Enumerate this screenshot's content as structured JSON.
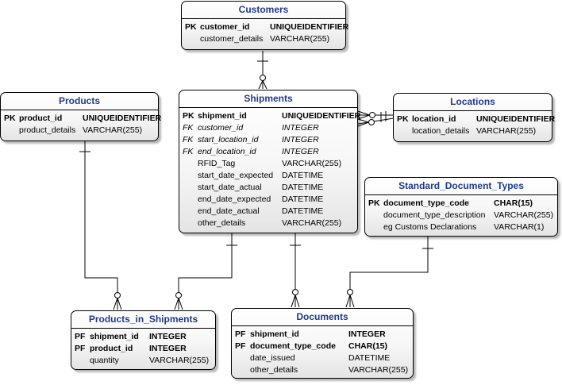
{
  "entities": {
    "customers": {
      "title": "Customers",
      "attrs": [
        {
          "key": "PK",
          "name": "customer_id",
          "type": "UNIQUEIDENTIFIER"
        },
        {
          "key": "",
          "name": "customer_details",
          "type": "VARCHAR(255)"
        }
      ]
    },
    "products": {
      "title": "Products",
      "attrs": [
        {
          "key": "PK",
          "name": "product_id",
          "type": "UNIQUEIDENTIFIER"
        },
        {
          "key": "",
          "name": "product_details",
          "type": "VARCHAR(255)"
        }
      ]
    },
    "shipments": {
      "title": "Shipments",
      "attrs": [
        {
          "key": "PK",
          "name": "shipment_id",
          "type": "UNIQUEIDENTIFIER"
        },
        {
          "key": "FK",
          "name": "customer_id",
          "type": "INTEGER"
        },
        {
          "key": "FK",
          "name": "start_location_id",
          "type": "INTEGER"
        },
        {
          "key": "FK",
          "name": "end_location_id",
          "type": "INTEGER"
        },
        {
          "key": "",
          "name": "RFID_Tag",
          "type": "VARCHAR(255)"
        },
        {
          "key": "",
          "name": "start_date_expected",
          "type": "DATETIME"
        },
        {
          "key": "",
          "name": "start_date_actual",
          "type": "DATETIME"
        },
        {
          "key": "",
          "name": "end_date_expected",
          "type": "DATETIME"
        },
        {
          "key": "",
          "name": "end_date_actual",
          "type": "DATETIME"
        },
        {
          "key": "",
          "name": "other_details",
          "type": "VARCHAR(255)"
        }
      ]
    },
    "locations": {
      "title": "Locations",
      "attrs": [
        {
          "key": "PK",
          "name": "location_id",
          "type": "UNIQUEIDENTIFIER"
        },
        {
          "key": "",
          "name": "location_details",
          "type": "VARCHAR(255)"
        }
      ]
    },
    "standard_document_types": {
      "title": "Standard_Document_Types",
      "attrs": [
        {
          "key": "PK",
          "name": "document_type_code",
          "type": "CHAR(15)"
        },
        {
          "key": "",
          "name": "document_type_description",
          "type": "VARCHAR(255)"
        },
        {
          "key": "",
          "name": "eg Customs Declarations",
          "type": "VARCHAR(1)"
        }
      ]
    },
    "products_in_shipments": {
      "title": "Products_in_Shipments",
      "attrs": [
        {
          "key": "PF",
          "name": "shipment_id",
          "type": "INTEGER"
        },
        {
          "key": "PF",
          "name": "product_id",
          "type": "INTEGER"
        },
        {
          "key": "",
          "name": "quantity",
          "type": "VARCHAR(255)"
        }
      ]
    },
    "documents": {
      "title": "Documents",
      "attrs": [
        {
          "key": "PF",
          "name": "shipment_id",
          "type": "INTEGER"
        },
        {
          "key": "PF",
          "name": "document_type_code",
          "type": "CHAR(15)"
        },
        {
          "key": "",
          "name": "date_issued",
          "type": "DATETIME"
        },
        {
          "key": "",
          "name": "other_details",
          "type": "VARCHAR(255)"
        }
      ]
    }
  },
  "colors": {
    "title_text": "#1f3a8a",
    "border": "#000000",
    "line": "#000000"
  }
}
